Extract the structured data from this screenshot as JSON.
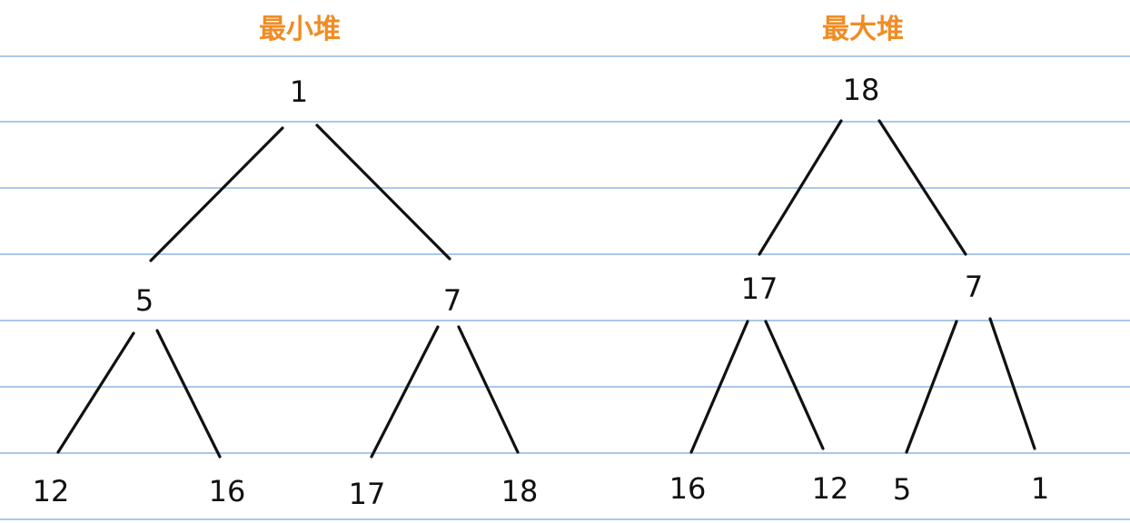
{
  "min_heap": {
    "title": "最小堆",
    "nodes": [
      "1",
      "5",
      "7",
      "12",
      "16",
      "17",
      "18"
    ]
  },
  "max_heap": {
    "title": "最大堆",
    "nodes": [
      "18",
      "17",
      "7",
      "16",
      "12",
      "5",
      "1"
    ]
  },
  "colors": {
    "title": "#f08c24",
    "rule": "#a9c8ea",
    "ink": "#111111"
  }
}
